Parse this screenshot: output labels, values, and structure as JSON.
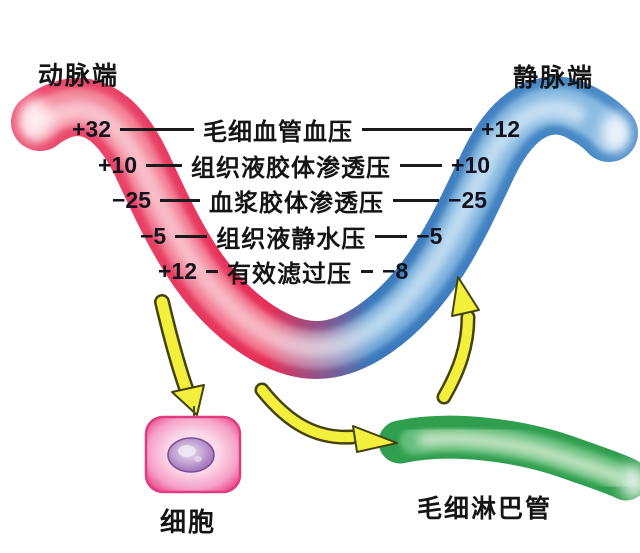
{
  "header": {
    "arterial_end": "动脉端",
    "venous_end": "静脉端"
  },
  "pressure_rows": [
    {
      "label": "毛细血管血压",
      "left": "+32",
      "right": "+12"
    },
    {
      "label": "组织液胶体渗透压",
      "left": "+10",
      "right": "+10"
    },
    {
      "label": "血浆胶体渗透压",
      "left": "−25",
      "right": "−25"
    },
    {
      "label": "组织液静水压",
      "left": "−5",
      "right": "−5"
    },
    {
      "label": "有效滤过压",
      "left": "+12",
      "right": "−8"
    }
  ],
  "captions": {
    "cell": "细胞",
    "lymph_capillary": "毛细淋巴管"
  },
  "colors": {
    "arterial_red": "#e62e57",
    "arterial_light": "#f8b8c4",
    "venous_blue": "#3a77bb",
    "venous_light": "#b9d8ef",
    "lymph_green": "#2f9e4e",
    "lymph_light": "#c6e5c4",
    "arrow_yellow": "#f2ef3d",
    "cell_pink": "#ee5e99",
    "nucleus_purple": "#a87cc0",
    "line_black": "#1a1a1a",
    "background": "#ffffff"
  }
}
